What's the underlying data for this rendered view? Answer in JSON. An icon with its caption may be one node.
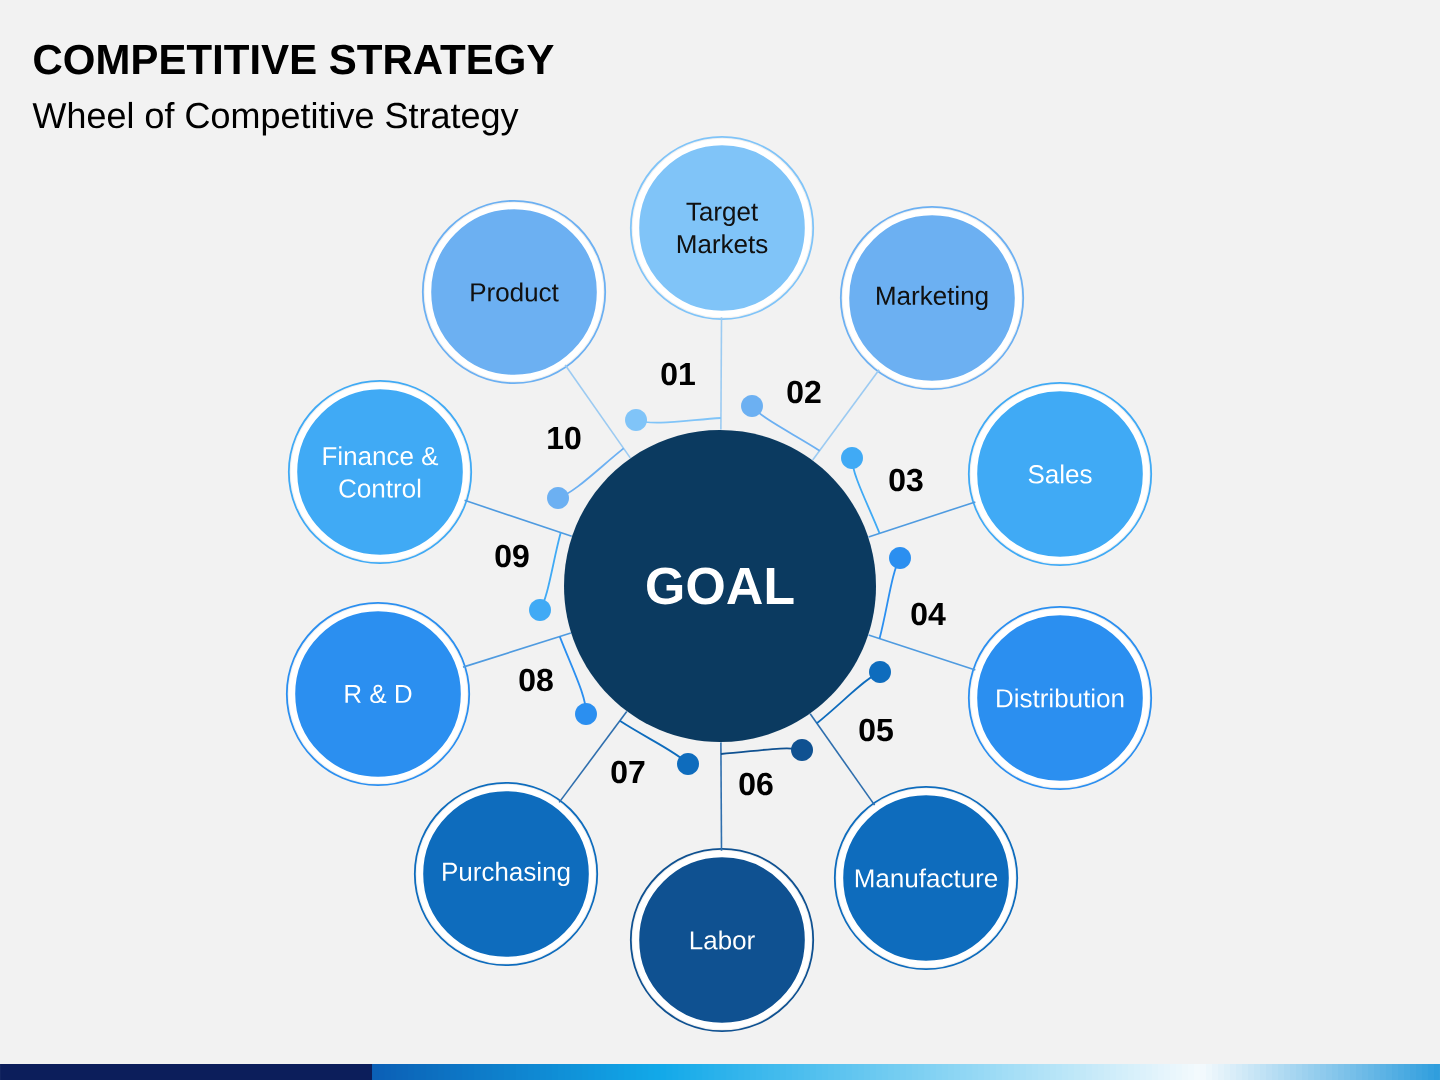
{
  "diagram": {
    "title": "COMPETITIVE STRATEGY",
    "nodes": [
      {
        "text": [
          "GOAL"
        ]
      },
      {
        "text": [
          "Target Markets"
        ]
      },
      {
        "text": [
          "Marketing"
        ]
      },
      {
        "text": [
          "Sales"
        ]
      },
      {
        "text": [
          "Distribution"
        ]
      },
      {
        "text": [
          "Manufacture"
        ]
      },
      {
        "text": [
          "Labor"
        ]
      },
      {
        "text": [
          "Purchasing"
        ]
      },
      {
        "text": [
          "R & D"
        ]
      },
      {
        "text": [
          "Finance & Control"
        ]
      },
      {
        "text": [
          "Product"
        ]
      }
    ],
    "edges": [
      {
        "from": 1,
        "to": 0,
        "arrow": "none",
        "color": "#9ccbf2"
      },
      {
        "from": 2,
        "to": 0,
        "arrow": "none",
        "color": "#9ccbf2"
      },
      {
        "from": 3,
        "to": 0,
        "arrow": "none"
      },
      {
        "from": 4,
        "to": 0,
        "arrow": "none"
      },
      {
        "from": 5,
        "to": 0,
        "arrow": "none",
        "color": "#2f6fae"
      },
      {
        "from": 6,
        "to": 0,
        "arrow": "none",
        "color": "#2f6fae"
      },
      {
        "from": 7,
        "to": 0,
        "arrow": "none",
        "color": "#2f6fae"
      },
      {
        "from": 8,
        "to": 0,
        "arrow": "none"
      },
      {
        "from": 9,
        "to": 0,
        "arrow": "none"
      },
      {
        "from": 10,
        "to": 0,
        "arrow": "none",
        "color": "#9ccbf2"
      }
    ],
    "labels": [
      "Wheel of Competitive Strategy",
      "01",
      "02",
      "03",
      "04",
      "05",
      "06",
      "07",
      "08",
      "09",
      "10"
    ]
  }
}
